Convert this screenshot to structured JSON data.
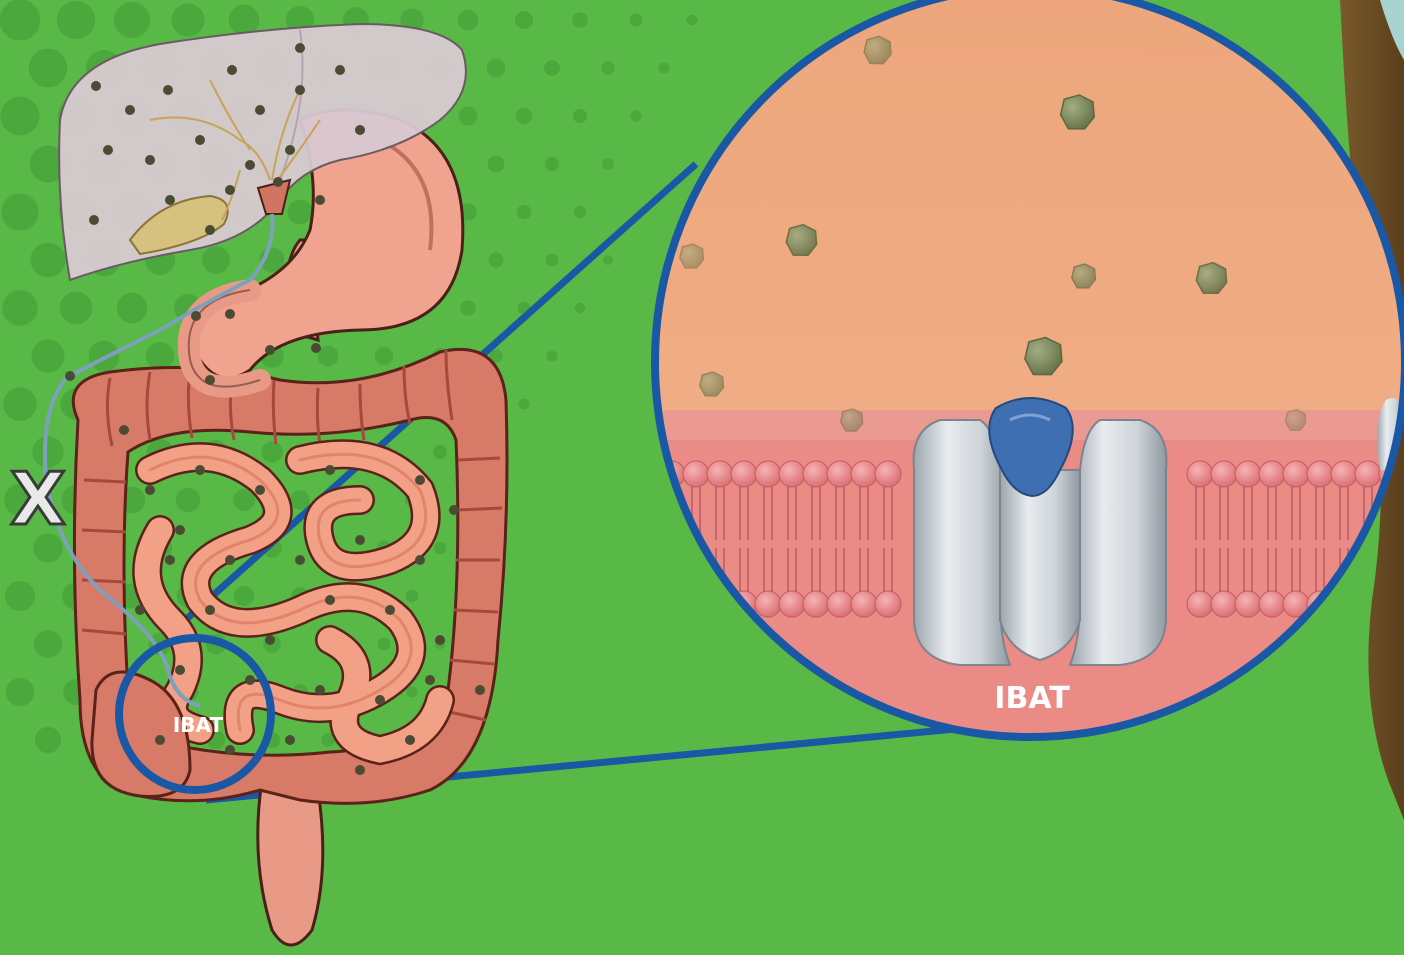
{
  "labels": {
    "x_mark": "X",
    "ibat_small": "IBAT",
    "ibat_large": "IBAT"
  },
  "colors": {
    "background_green": "#58b947",
    "dot_green": "#4aa83c",
    "callout_blue": "#1a58a6",
    "liver": "#d8c9d2",
    "intestine": "#f2a187",
    "intestine_dark": "#d9785e",
    "colon": "#d87a68",
    "magnified_fluid": "#f0a97f",
    "membrane_head": "#ee8f92",
    "transporter_grey": "#d3d8dc",
    "transporter_blue": "#3f6fb3",
    "bile_acid_particle": "#7b8a5e"
  },
  "icons": [
    "bile-acid-particle-icon",
    "blocked-x-icon"
  ]
}
